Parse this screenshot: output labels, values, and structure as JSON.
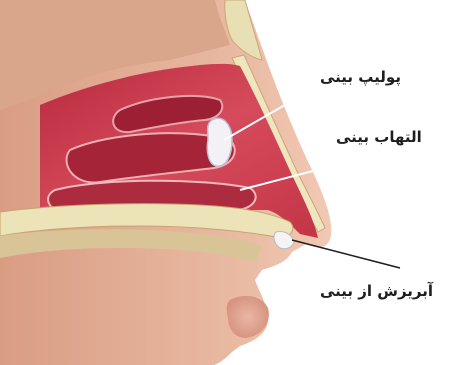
{
  "colors": {
    "background": "#ffffff",
    "skin": "#e7b59c",
    "mucosa": "#c93a4c",
    "bone": "#e8dfb2",
    "text": "#1e1e1e",
    "leader_line": "#ffffff"
  },
  "labels": {
    "nasal_polyp": "پولیپ بینی",
    "rhinitis": "التهاب بینی",
    "nasal_discharge": "آبریزش از بینی"
  }
}
